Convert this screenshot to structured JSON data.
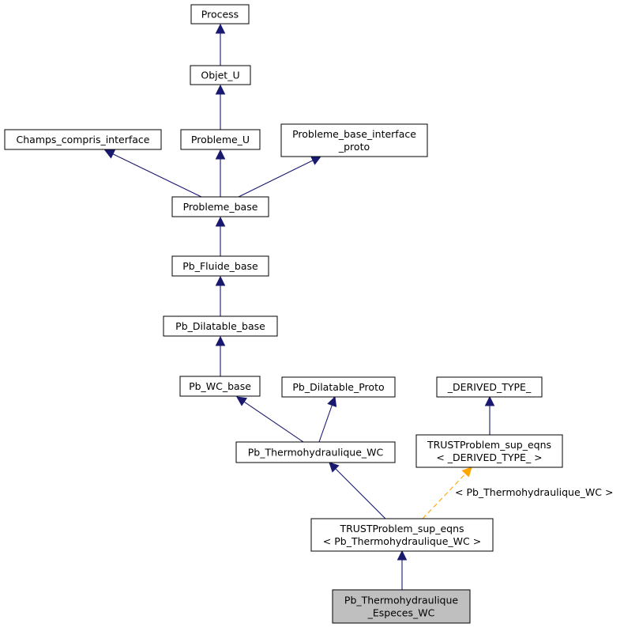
{
  "diagram": {
    "colors": {
      "inherit_edge": "#191970",
      "template_edge": "#ffa500",
      "current_fill": "#bfbfbf"
    },
    "nodes": [
      {
        "id": "process",
        "lines": [
          "Process"
        ]
      },
      {
        "id": "objet_u",
        "lines": [
          "Objet_U"
        ]
      },
      {
        "id": "champs_compris_interface",
        "lines": [
          "Champs_compris_interface"
        ]
      },
      {
        "id": "probleme_u",
        "lines": [
          "Probleme_U"
        ]
      },
      {
        "id": "probleme_base_interface_proto",
        "lines": [
          "Probleme_base_interface",
          "_proto"
        ]
      },
      {
        "id": "probleme_base",
        "lines": [
          "Probleme_base"
        ]
      },
      {
        "id": "pb_fluide_base",
        "lines": [
          "Pb_Fluide_base"
        ]
      },
      {
        "id": "pb_dilatable_base",
        "lines": [
          "Pb_Dilatable_base"
        ]
      },
      {
        "id": "pb_wc_base",
        "lines": [
          "Pb_WC_base"
        ]
      },
      {
        "id": "pb_dilatable_proto",
        "lines": [
          "Pb_Dilatable_Proto"
        ]
      },
      {
        "id": "derived_type",
        "lines": [
          "_DERIVED_TYPE_"
        ]
      },
      {
        "id": "pb_thermohydraulique_wc",
        "lines": [
          "Pb_Thermohydraulique_WC"
        ]
      },
      {
        "id": "trustproblem_derived",
        "lines": [
          "TRUSTProblem_sup_eqns",
          "< _DERIVED_TYPE_ >"
        ]
      },
      {
        "id": "trustproblem_wc",
        "lines": [
          "TRUSTProblem_sup_eqns",
          "< Pb_Thermohydraulique_WC >"
        ]
      },
      {
        "id": "pb_thermo_especes_wc",
        "lines": [
          "Pb_Thermohydraulique",
          "_Especes_WC"
        ],
        "current": true
      }
    ],
    "edges": [
      {
        "from": "objet_u",
        "to": "process",
        "kind": "inherit"
      },
      {
        "from": "probleme_u",
        "to": "objet_u",
        "kind": "inherit"
      },
      {
        "from": "probleme_base",
        "to": "champs_compris_interface",
        "kind": "inherit"
      },
      {
        "from": "probleme_base",
        "to": "probleme_u",
        "kind": "inherit"
      },
      {
        "from": "probleme_base",
        "to": "probleme_base_interface_proto",
        "kind": "inherit"
      },
      {
        "from": "pb_fluide_base",
        "to": "probleme_base",
        "kind": "inherit"
      },
      {
        "from": "pb_dilatable_base",
        "to": "pb_fluide_base",
        "kind": "inherit"
      },
      {
        "from": "pb_wc_base",
        "to": "pb_dilatable_base",
        "kind": "inherit"
      },
      {
        "from": "pb_thermohydraulique_wc",
        "to": "pb_wc_base",
        "kind": "inherit"
      },
      {
        "from": "pb_thermohydraulique_wc",
        "to": "pb_dilatable_proto",
        "kind": "inherit"
      },
      {
        "from": "trustproblem_derived",
        "to": "derived_type",
        "kind": "inherit"
      },
      {
        "from": "trustproblem_wc",
        "to": "pb_thermohydraulique_wc",
        "kind": "inherit"
      },
      {
        "from": "trustproblem_wc",
        "to": "trustproblem_derived",
        "kind": "template",
        "label": "< Pb_Thermohydraulique_WC >"
      },
      {
        "from": "pb_thermo_especes_wc",
        "to": "trustproblem_wc",
        "kind": "inherit"
      }
    ]
  }
}
